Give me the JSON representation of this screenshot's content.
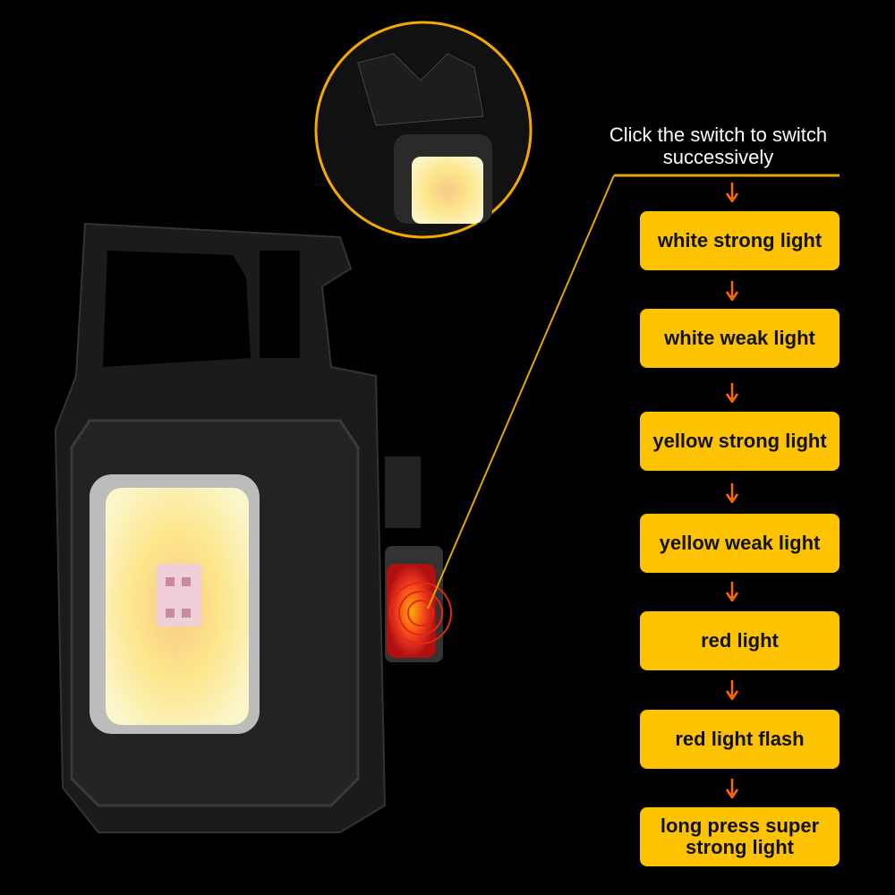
{
  "caption": "Click the switch to switch successively",
  "colors": {
    "accent": "#fdc300",
    "arrow": "#ff6a00",
    "background": "#000000"
  },
  "steps": [
    {
      "label": "white strong light"
    },
    {
      "label": "white weak light"
    },
    {
      "label": "yellow strong light"
    },
    {
      "label": "yellow weak light"
    },
    {
      "label": "red light"
    },
    {
      "label": "red light flash"
    },
    {
      "label": "long press super strong light"
    }
  ]
}
